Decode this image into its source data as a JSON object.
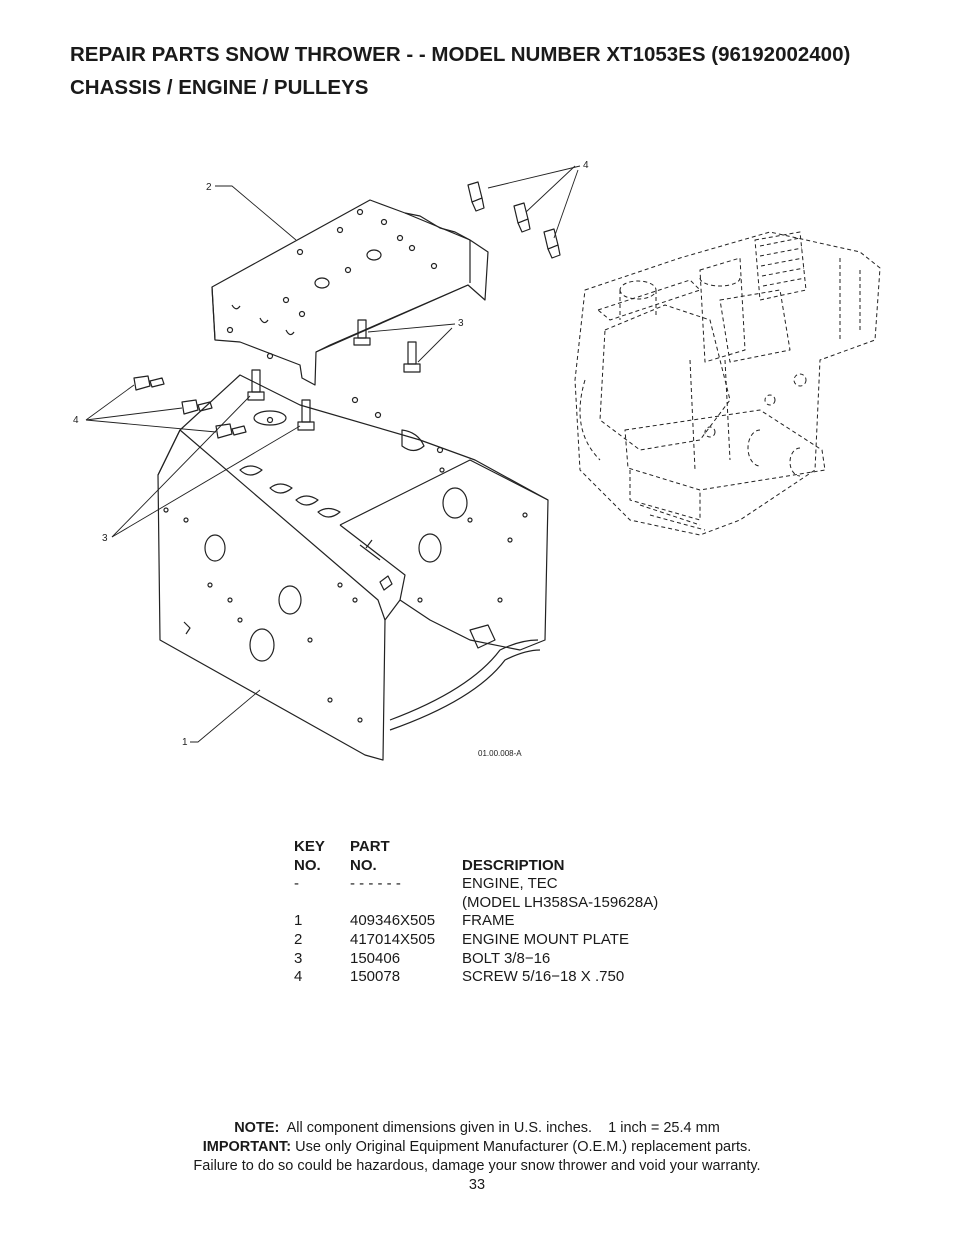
{
  "header": {
    "line1": "REPAIR PARTS  SNOW THROWER - - MODEL NUMBER  XT1053ES (96192002400)",
    "line2": "CHASSIS / ENGINE / PULLEYS"
  },
  "diagram": {
    "callouts": [
      "1",
      "2",
      "3",
      "3",
      "4",
      "4"
    ],
    "drawing_code": "01.00.008-A"
  },
  "parts_table": {
    "headers": {
      "key_line1": "KEY",
      "key_line2": "NO.",
      "part_line1": "PART",
      "part_line2": "NO.",
      "description": "DESCRIPTION"
    },
    "rows": [
      {
        "key": "-",
        "part": "- - - - - -",
        "description": "ENGINE, TEC"
      },
      {
        "key": "",
        "part": "",
        "description": "(MODEL LH358SA-159628A)"
      },
      {
        "key": "1",
        "part": "409346X505",
        "description": "FRAME"
      },
      {
        "key": "2",
        "part": "417014X505",
        "description": "ENGINE MOUNT PLATE"
      },
      {
        "key": "3",
        "part": "150406",
        "description": "BOLT 3/8−16"
      },
      {
        "key": "4",
        "part": "150078",
        "description": "SCREW 5/16−18 X .750"
      }
    ]
  },
  "footer": {
    "note_label": "NOTE:",
    "note_text": "  All component dimensions given in U.S. inches.    1 inch = 25.4 mm",
    "important_label": "IMPORTANT:",
    "important_text": " Use only Original Equipment Manufacturer (O.E.M.) replacement parts.",
    "warning": "Failure to do so could be hazardous, damage your snow thrower and void your warranty.",
    "page_number": "33"
  }
}
